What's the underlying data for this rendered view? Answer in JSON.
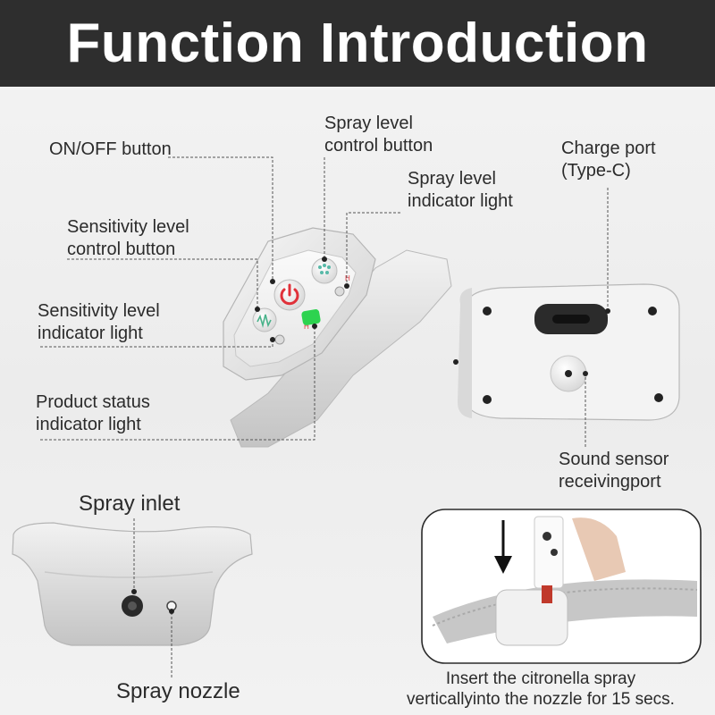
{
  "header": {
    "title": "Function Introduction"
  },
  "colors": {
    "header_bg": "#2e2e2e",
    "power_icon": "#e0313a",
    "status_light": "#2dd34f",
    "leader_line": "#555555"
  },
  "icons": [
    "power-icon",
    "sensitivity-wave-icon",
    "spray-drops-icon",
    "arrow-down-icon"
  ],
  "labels": {
    "on_off": "ON/OFF button",
    "spray_level_control": [
      "Spray level",
      "control button"
    ],
    "spray_level_indicator": [
      "Spray level",
      "indicator light"
    ],
    "charge_port": [
      "Charge port",
      "(Type-C)"
    ],
    "sensitivity_control": [
      "Sensitivity level",
      "control button"
    ],
    "sensitivity_indicator": [
      "Sensitivity level",
      "indicator light"
    ],
    "product_status": [
      "Product status",
      "indicator light"
    ],
    "sound_sensor": [
      "Sound sensor",
      "receivingport"
    ],
    "spray_inlet": "Spray inlet",
    "spray_nozzle": "Spray nozzle",
    "refill_caption": [
      "Insert the citronella spray",
      "verticallyinto the nozzle for 15 secs."
    ]
  },
  "button_marks": {
    "low": "L",
    "high": "H"
  }
}
